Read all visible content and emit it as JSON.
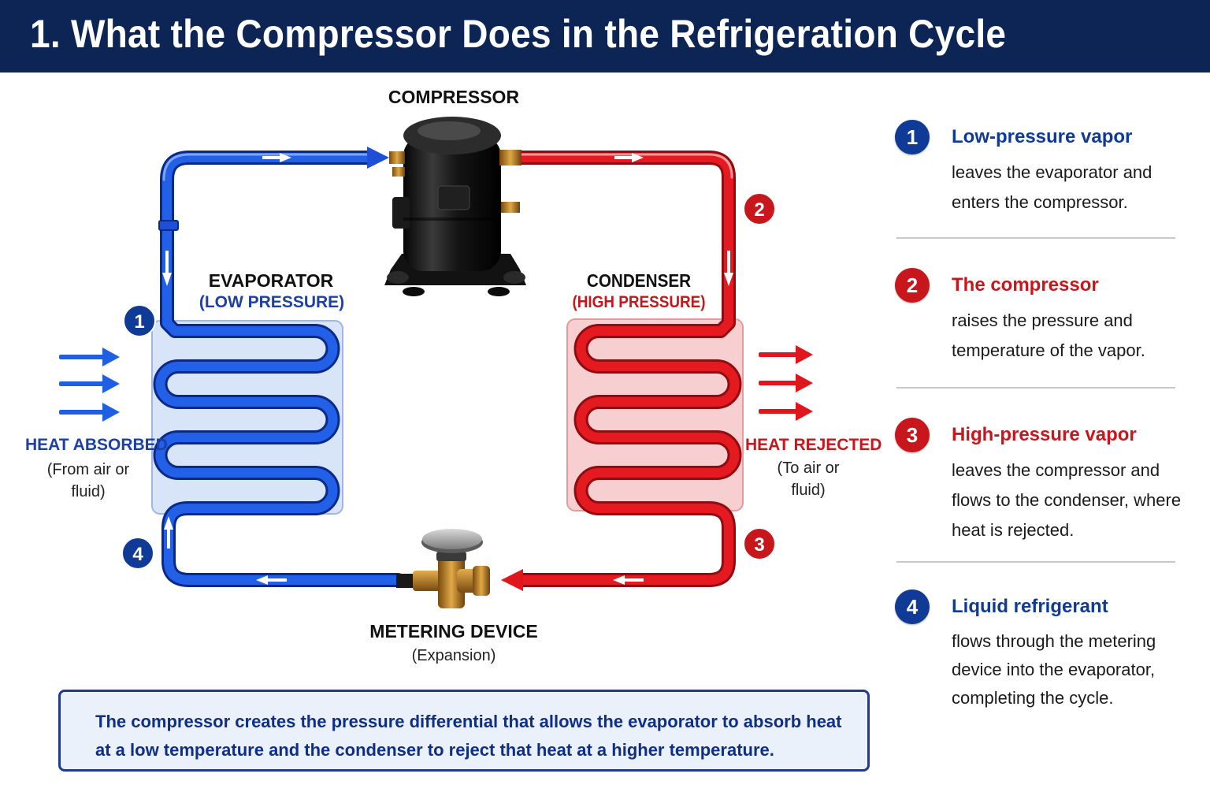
{
  "header": {
    "title": "1. What the Compressor Does in the Refrigeration Cycle"
  },
  "diagram": {
    "compressor_label": "COMPRESSOR",
    "evaporator": {
      "label": "EVAPORATOR",
      "pressure": "(LOW PRESSURE)"
    },
    "condenser": {
      "label": "CONDENSER",
      "pressure": "(HIGH PRESSURE)"
    },
    "metering": {
      "label": "METERING DEVICE",
      "sub": "(Expansion)"
    },
    "heat_absorbed": {
      "label": "HEAT ABSORBED",
      "sub": "(From air or fluid)"
    },
    "heat_rejected": {
      "label": "HEAT REJECTED",
      "sub": "(To air or fluid)"
    },
    "markers": [
      "1",
      "2",
      "3",
      "4"
    ]
  },
  "steps": [
    {
      "number": "1",
      "heading": "Low-pressure vapor",
      "body": "leaves the evaporator and enters the compressor."
    },
    {
      "number": "2",
      "heading": "The compressor",
      "body": "raises the pressure and temperature of the vapor."
    },
    {
      "number": "3",
      "heading": "High-pressure vapor",
      "body": "leaves the compressor and flows to the condenser, where heat is rejected."
    },
    {
      "number": "4",
      "heading": "Liquid refrigerant",
      "body": "flows through the metering device into the evaporator, completing the cycle."
    }
  ],
  "callout": {
    "text": "The compressor creates the pressure differential that allows the evaporator to absorb heat at a low temperature and the condenser to reject that heat at a higher temperature."
  },
  "colors": {
    "header_bg": "#0c2555",
    "low_pressure": "#1f4fd6",
    "high_pressure": "#e0161d",
    "accent_blue": "#0f3a96",
    "accent_red": "#c8161d"
  }
}
